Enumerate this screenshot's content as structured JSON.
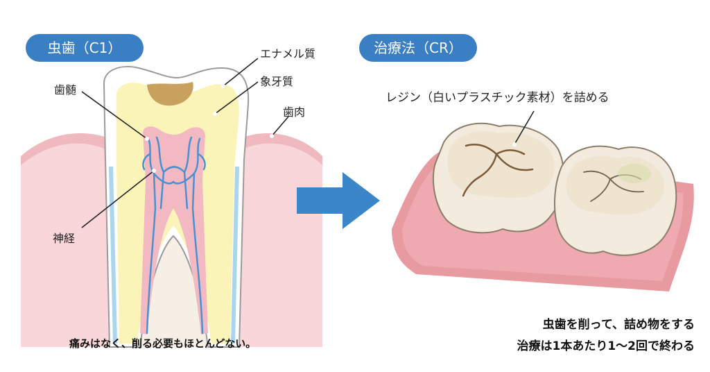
{
  "left_panel": {
    "title": "虫歯（C1）",
    "labels": {
      "enamel": "エナメル質",
      "dentin": "象牙質",
      "gum": "歯肉",
      "pulp": "歯髄",
      "nerve": "神経"
    },
    "caption": "痛みはなく、削る必要もほとんどない。"
  },
  "right_panel": {
    "title": "治療法（CR）",
    "resin_label": "レジン（白いプラスチック素材）を詰める",
    "caption_line1": "虫歯を削って、詰め物をする",
    "caption_line2": "治療は1本あたり1〜2回で終わる"
  },
  "colors": {
    "pill_blue": "#3a7fc3",
    "arrow_blue": "#3a86c8",
    "gum_pink": "#f1c3c8",
    "pulp_pink": "#f3b9c3",
    "dentin_yellow": "#fbf4b8",
    "enamel_white": "#ffffff",
    "decay_brown": "#c9a15f",
    "nerve_blue": "#4b8fd1",
    "bone_beige": "#f4ede4"
  }
}
